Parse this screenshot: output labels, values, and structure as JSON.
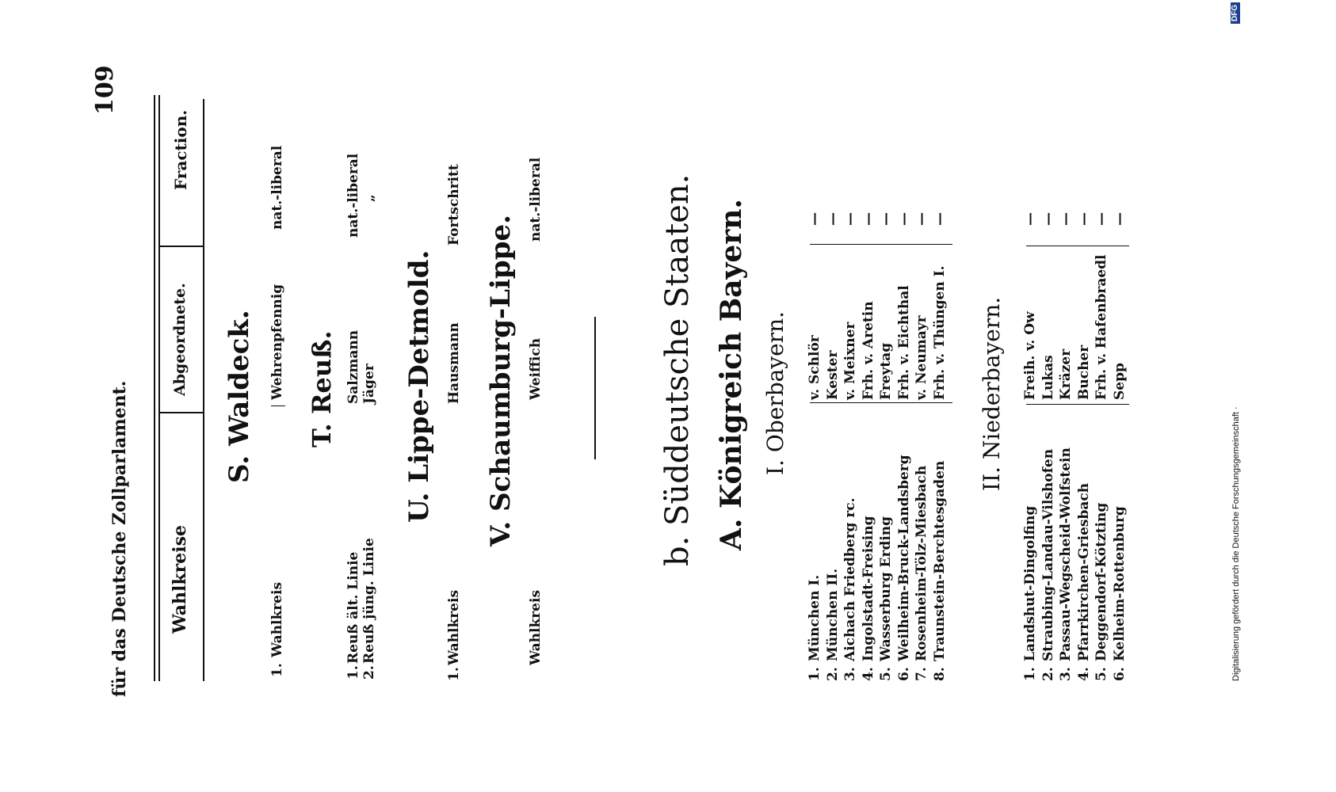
{
  "running_header": {
    "page_title": "für das Deutsche Zollparlament.",
    "page_number": "109"
  },
  "table_header": {
    "col_wahlkreise": "Wahlkreise",
    "col_abgeordnete": "Abgeordnete.",
    "col_fraction": "Fraction."
  },
  "sections": {
    "waldeck": {
      "title": "S. Waldeck.",
      "rows": [
        {
          "num": "1.",
          "kreis": "Wahlkreis",
          "abg": "Wehrenpfennig",
          "frac": "nat.-liberal"
        }
      ]
    },
    "reuss": {
      "title": "T. Reuß.",
      "rows": [
        {
          "num": "1.",
          "kreis": "Reuß ält. Linie",
          "abg": "Salzmann",
          "frac": "nat.-liberal"
        },
        {
          "num": "2.",
          "kreis": "Reuß jüng. Linie",
          "abg": "Jäger",
          "frac": "„"
        }
      ]
    },
    "lippe": {
      "title": "U. Lippe-Detmold.",
      "rows": [
        {
          "num": "1.",
          "kreis": "Wahlkreis",
          "abg": "Hausmann",
          "frac": "Fortschritt"
        }
      ]
    },
    "schaumburg": {
      "title": "V. Schaumburg-Lippe.",
      "rows": [
        {
          "num": "",
          "kreis": "Wahlkreis",
          "abg": "Weiffich",
          "frac": "nat.-liberal"
        }
      ]
    },
    "sued_heading": "b. Süddeutsche Staaten.",
    "bayern_heading": "A. Königreich Bayern.",
    "oberbayern": {
      "title": "I. Oberbayern.",
      "nums": [
        "1.",
        "2.",
        "3.",
        "4.",
        "5.",
        "6.",
        "7.",
        "8."
      ],
      "kreise": [
        "München I.",
        "München II.",
        "Aichach Friedberg rc.",
        "Ingolstadt-Freising",
        "Wasserburg Erding",
        "Weilheim-Bruck-Landsberg",
        "Rosenheim-Tölz-Miesbach",
        "Traunstein-Berchtesgaden"
      ],
      "abg": [
        "v. Schlör",
        "Kester",
        "v. Meixner",
        "Frh. v. Aretin",
        "Freytag",
        "Frh. v. Eichthal",
        "v. Neumayr",
        "Frh. v. Thüngen I."
      ],
      "frac": [
        "—",
        "—",
        "—",
        "—",
        "—",
        "—",
        "—",
        "—"
      ]
    },
    "niederbayern": {
      "title": "II. Niederbayern.",
      "nums": [
        "1.",
        "2.",
        "3.",
        "4.",
        "5.",
        "6."
      ],
      "kreise": [
        "Landshut-Dingolfing",
        "Straubing-Landau-Vilshofen",
        "Passau-Wegscheid-Wolfstein",
        "Pfarrkirchen-Griesbach",
        "Deggendorf-Kötzting",
        "Kelheim-Rottenburg"
      ],
      "abg": [
        "Freih. v. Ow",
        "Lukas",
        "Kräzer",
        "Bucher",
        "Frh. v. Hafenbraedl",
        "Sepp"
      ],
      "frac": [
        "—",
        "—",
        "—",
        "—",
        "—",
        "—"
      ]
    }
  },
  "side_note": "Digitalisierung gefördert durch die Deutsche Forschungsgemeinschaft ·",
  "dfg_logo_text": "DFG"
}
